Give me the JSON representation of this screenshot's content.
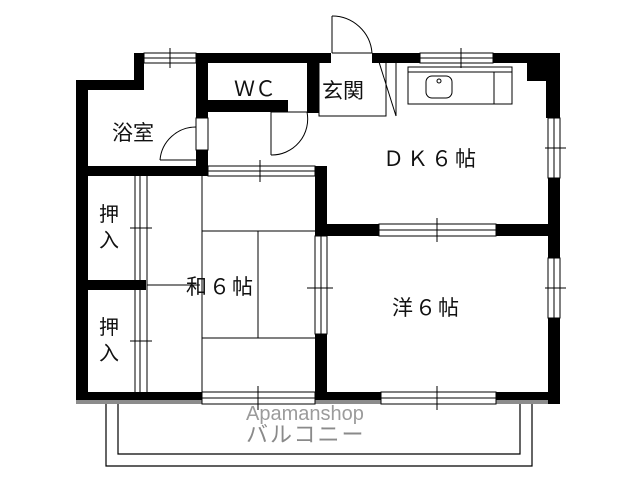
{
  "floorplan": {
    "rooms": {
      "wc": "ＷＣ",
      "entrance": "玄関",
      "bath": "浴室",
      "dk": "ＤＫ６帖",
      "closet_upper": "押入",
      "closet_lower": "押入",
      "japanese_room": "和６帖",
      "western_room": "洋６帖",
      "balcony": "バルコニー"
    },
    "watermark": "Apamanshop",
    "colors": {
      "wall": "#000000",
      "balcony_edge": "#8c8c8c",
      "line": "#000000",
      "background": "#ffffff",
      "text_muted": "#8a8a8a"
    }
  }
}
